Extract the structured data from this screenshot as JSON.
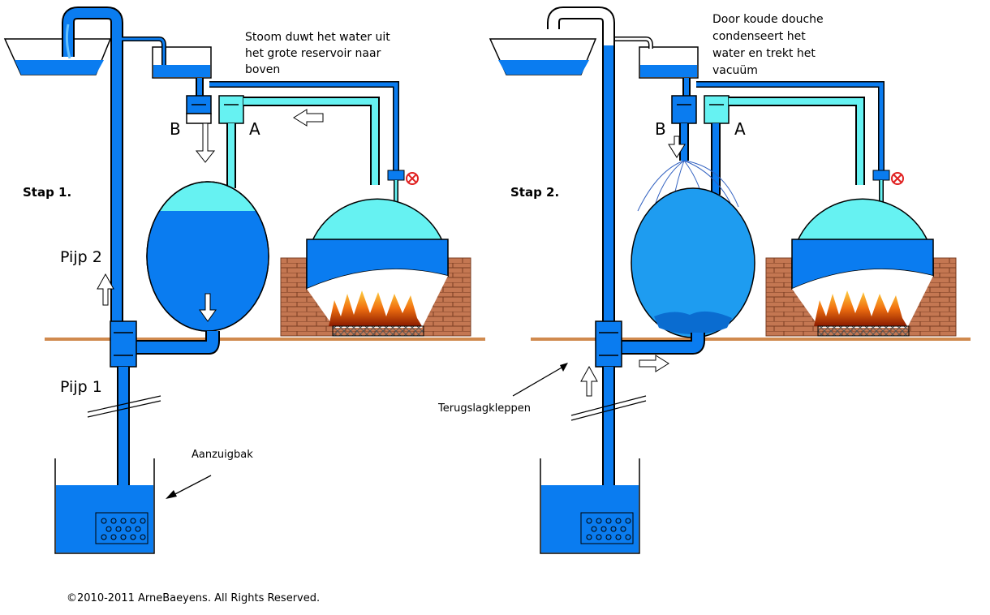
{
  "colors": {
    "water": "#0a7cf0",
    "steam": "#66f2f2",
    "pipe_outline": "#000000",
    "ground": "#d08a4e",
    "brick": "#c0704a",
    "fire": "#f08010",
    "valve_red": "#e02020"
  },
  "step1": {
    "caption": "Stoom duwt het water uit het grote reservoir naar boven",
    "caption_lines": [
      "Stoom duwt het water uit",
      "het grote reservoir naar",
      "boven"
    ],
    "title": "Stap 1.",
    "valve_b": "B",
    "valve_a": "A",
    "pipe2": "Pijp 2",
    "pipe1": "Pijp 1",
    "sump": "Aanzuigbak"
  },
  "step2": {
    "caption": "Door koude douche condenseert het water en trekt het vacuüm",
    "caption_lines": [
      "Door koude douche",
      "condenseert het",
      "water en trekt het",
      "vacuüm"
    ],
    "title": "Stap 2.",
    "valve_b": "B",
    "valve_a": "A",
    "check_valves": "Terugslagkleppen"
  },
  "footer": "©2010-2011 ArneBaeyens. All Rights Reserved.",
  "icons": [
    "flow-arrow-icon",
    "hand-valve-icon",
    "fire-icon",
    "strainer-icon"
  ]
}
